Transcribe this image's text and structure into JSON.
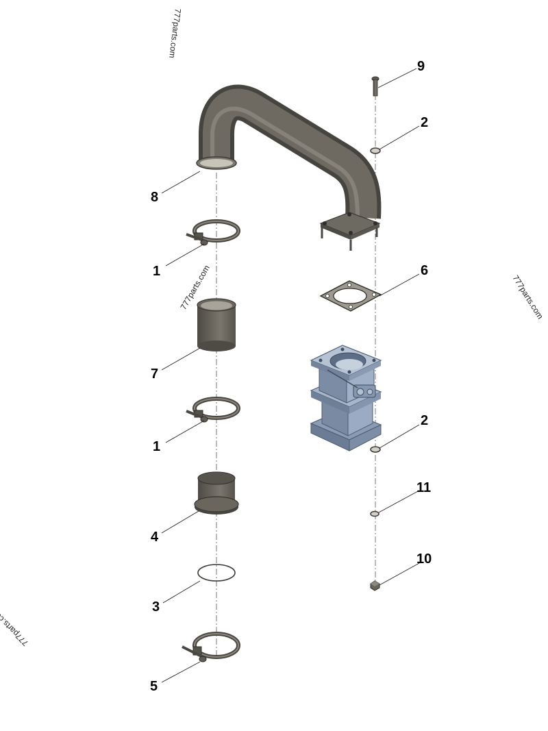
{
  "watermark": "777parts.com",
  "callouts": {
    "c1": "9",
    "c2": "2",
    "c3": "8",
    "c4": "1",
    "c5": "6",
    "c6": "7",
    "c7": "2",
    "c8": "1",
    "c9": "11",
    "c10": "4",
    "c11": "10",
    "c12": "3",
    "c13": "5"
  },
  "colors": {
    "part_dark": "#5a5750",
    "part_mid": "#8a867d",
    "part_light": "#b9b5ab",
    "valve_blue": "#93a4bd",
    "valve_dark": "#5d6d86"
  }
}
